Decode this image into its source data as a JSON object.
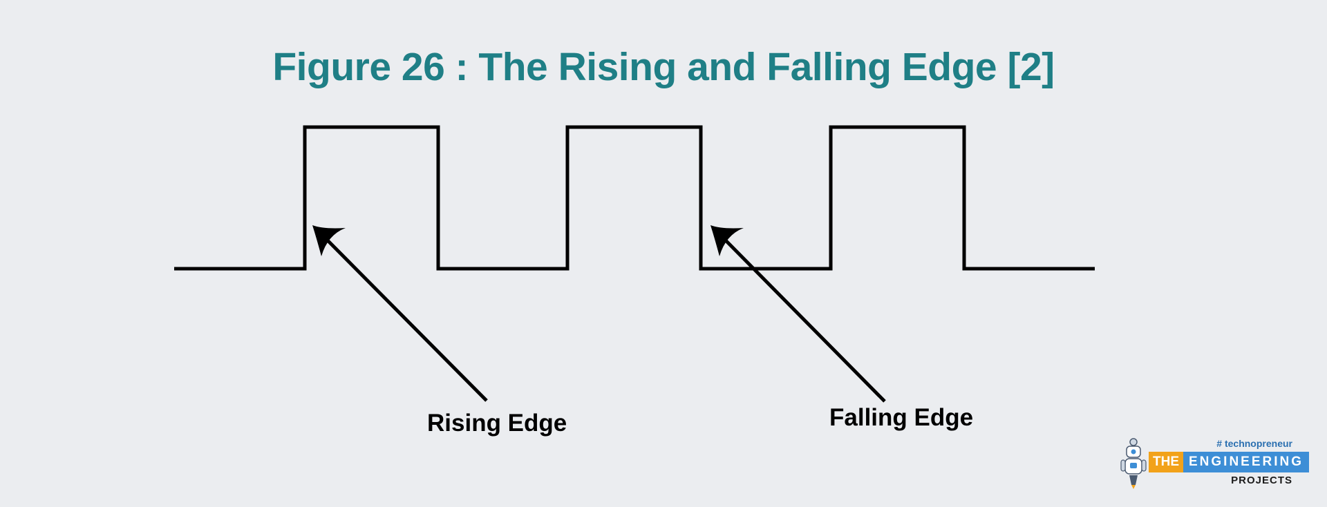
{
  "figure": {
    "title": "Figure 26 : The Rising and Falling Edge [2]",
    "title_color": "#1f7f86",
    "background_color": "#ebedf0",
    "line_color": "#000000"
  },
  "diagram": {
    "type": "square-wave",
    "pulses": 3,
    "annotations": [
      {
        "label": "Rising Edge",
        "target": "rising edge of first pulse"
      },
      {
        "label": "Falling Edge",
        "target": "falling edge of second pulse"
      }
    ]
  },
  "logo": {
    "hashtag": "# technopreneur",
    "word_the": "THE",
    "word_engineering": "ENGINEERING",
    "word_projects": "PROJECTS",
    "icon": "robot-icon",
    "accent_orange": "#f2a21a",
    "accent_blue": "#3d8ed6"
  }
}
